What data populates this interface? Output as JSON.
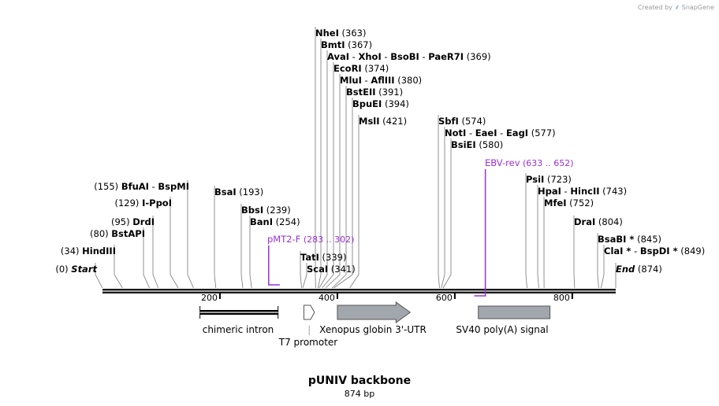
{
  "credit": {
    "prefix": "Created by",
    "brand": "SnapGene",
    "icon": "snapgene-feather-icon"
  },
  "map": {
    "name": "pUNIV backbone",
    "length_label": "874 bp",
    "total_bp": 874,
    "ticks": [
      {
        "bp": 200,
        "label": "200"
      },
      {
        "bp": 400,
        "label": "400"
      },
      {
        "bp": 600,
        "label": "600"
      },
      {
        "bp": 800,
        "label": "800"
      }
    ],
    "sites": [
      {
        "names": [
          "NheI"
        ],
        "pos": "(363)",
        "bp": 363
      },
      {
        "names": [
          "BmtI"
        ],
        "pos": "(367)",
        "bp": 367
      },
      {
        "names": [
          "AvaI",
          "XhoI",
          "BsoBI",
          "PaeR7I"
        ],
        "pos": "(369)",
        "bp": 369
      },
      {
        "names": [
          "EcoRI"
        ],
        "pos": "(374)",
        "bp": 374
      },
      {
        "names": [
          "MluI",
          "AflIII"
        ],
        "pos": "(380)",
        "bp": 380
      },
      {
        "names": [
          "BstEII"
        ],
        "pos": "(391)",
        "bp": 391
      },
      {
        "names": [
          "BpuEI"
        ],
        "pos": "(394)",
        "bp": 394
      },
      {
        "names": [
          "MslI"
        ],
        "pos": "(421)",
        "bp": 421
      },
      {
        "names": [
          "SbfI"
        ],
        "pos": "(574)",
        "bp": 574
      },
      {
        "names": [
          "NotI",
          "EaeI",
          "EagI"
        ],
        "pos": "(577)",
        "bp": 577
      },
      {
        "names": [
          "BsiEI"
        ],
        "pos": "(580)",
        "bp": 580
      },
      {
        "names": [
          "PsiI"
        ],
        "pos": "(723)",
        "bp": 723
      },
      {
        "names": [
          "HpaI",
          "HincII"
        ],
        "pos": "(743)",
        "bp": 743
      },
      {
        "names": [
          "MfeI"
        ],
        "pos": "(752)",
        "bp": 752
      },
      {
        "names": [
          "DraI"
        ],
        "pos": "(804)",
        "bp": 804
      },
      {
        "names": [
          "BsaBI *"
        ],
        "pos": "(845)",
        "bp": 845
      },
      {
        "names": [
          "ClaI *",
          "BspDI *"
        ],
        "pos": "(849)",
        "bp": 849
      },
      {
        "names": [
          "End"
        ],
        "pos": "(874)",
        "bp": 874,
        "italic": true
      },
      {
        "names": [
          "BfuAI",
          "BspMI"
        ],
        "pos": "(155)",
        "bp": 155,
        "pos_first": true
      },
      {
        "names": [
          "I-PpoI"
        ],
        "pos": "(129)",
        "bp": 129,
        "pos_first": true
      },
      {
        "names": [
          "DrdI"
        ],
        "pos": "(95)",
        "bp": 95,
        "pos_first": true
      },
      {
        "names": [
          "BstAPI"
        ],
        "pos": "(80)",
        "bp": 80,
        "pos_first": true
      },
      {
        "names": [
          "HindIII"
        ],
        "pos": "(34)",
        "bp": 34,
        "pos_first": true
      },
      {
        "names": [
          "Start"
        ],
        "pos": "(0)",
        "bp": 0,
        "pos_first": true,
        "italic": true
      },
      {
        "names": [
          "BsaI"
        ],
        "pos": "(193)",
        "bp": 193
      },
      {
        "names": [
          "BbsI"
        ],
        "pos": "(239)",
        "bp": 239
      },
      {
        "names": [
          "BanI"
        ],
        "pos": "(254)",
        "bp": 254
      },
      {
        "names": [
          "TatI"
        ],
        "pos": "(339)",
        "bp": 339
      },
      {
        "names": [
          "ScaI"
        ],
        "pos": "(341)",
        "bp": 341
      }
    ],
    "primers": [
      {
        "name": "pMT2-F",
        "range": "(283 .. 302)",
        "start": 283,
        "end": 302,
        "color": "#9b30d9"
      },
      {
        "name": "EBV-rev",
        "range": "(633 .. 652)",
        "start": 633,
        "end": 652,
        "color": "#9b30d9"
      }
    ],
    "features": [
      {
        "name": "chimeric intron",
        "start": 166,
        "end": 299,
        "kind": "intron"
      },
      {
        "name": "T7 promoter",
        "start": 343,
        "end": 361,
        "kind": "promoter"
      },
      {
        "name": "Xenopus globin 3'-UTR",
        "start": 400,
        "end": 524,
        "kind": "utr"
      },
      {
        "name": "SV40 poly(A) signal",
        "start": 640,
        "end": 762,
        "kind": "polyA"
      }
    ],
    "colors": {
      "backbone": "#1a1a1a",
      "feature_fill": "#a2a7ad",
      "feature_stroke": "#555555",
      "site_line": "#777777",
      "primer": "#9b30d9"
    }
  }
}
